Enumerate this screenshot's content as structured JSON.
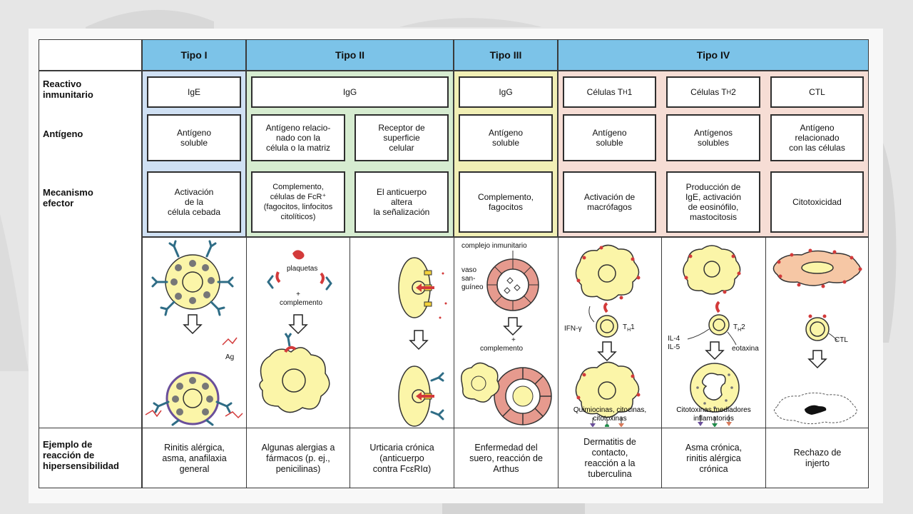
{
  "headers": [
    "Tipo I",
    "Tipo II",
    "Tipo III",
    "Tipo IV"
  ],
  "rows": {
    "reactivo": "Reactivo\ninmunitario",
    "antigeno": "Antígeno",
    "mecanismo": "Mecanismo\nefector",
    "ejemplo": "Ejemplo de\nreacción de\nhipersensibilidad"
  },
  "reactivo": {
    "tipo1": "IgE",
    "tipo2": "IgG",
    "tipo3": "IgG",
    "th1": "Células T",
    "th1_sub": "H",
    "th1_suffix": "1",
    "th2": "Células T",
    "th2_sub": "H",
    "th2_suffix": "2",
    "ctl": "CTL"
  },
  "antigeno": {
    "tipo1": "Antígeno\nsoluble",
    "tipo2a": "Antígeno relacio-\nnado con la\ncélula o la matriz",
    "tipo2b": "Receptor de\nsuperficie\ncelular",
    "tipo3": "Antígeno\nsoluble",
    "th1": "Antígeno\nsoluble",
    "th2": "Antígenos\nsolubles",
    "ctl": "Antígeno\nrelacionado\ncon las células"
  },
  "mecanismo": {
    "tipo1": "Activación\nde la\ncélula cebada",
    "tipo2a": "Complemento,\ncélulas de FcR⁺\n(fagocitos, linfocitos\ncitolíticos)",
    "tipo2b": "El anticuerpo\naltera\nla señalización",
    "tipo3": "Complemento,\nfagocitos",
    "th1": "Activación de\nmacrófagos",
    "th2": "Producción de\nIgE, activación\nde eosinófilo,\nmastocitosis",
    "ctl": "Citotoxicidad"
  },
  "illus": {
    "ag": "Ag",
    "plaquetas": "plaquetas",
    "plus": "+",
    "complemento": "complemento",
    "complejo": "complejo inmunitario",
    "vaso1": "vaso",
    "vaso2": "san-",
    "vaso3": "guíneo",
    "complemento2": "complemento",
    "ifn": "IFN-γ",
    "th1": "T",
    "th1_sub": "H",
    "th1_suffix": "1",
    "quimio1": "Quimiocinas, citocinas,",
    "quimio2": "citotoxinas",
    "il4": "IL-4",
    "il5": "IL-5",
    "th2": "T",
    "th2_sub": "H",
    "th2_suffix": "2",
    "eotaxina": "eotaxina",
    "citotox1": "Citotoxinas,mediadores",
    "citotox2": "inflamatorios",
    "ctl": "CTL"
  },
  "ejemplo": {
    "tipo1": "Rinitis alérgica,\nasma, anafilaxia\ngeneral",
    "tipo2a": "Algunas alergias a\nfármacos (p. ej.,\npenicilinas)",
    "tipo2b": "Urticaria crónica\n(anticuerpo\ncontra FcεRIα)",
    "tipo3": "Enfermedad del\nsuero, reacción de\nArthus",
    "th1": "Dermatitis de\ncontacto,\nreacción a la\ntuberculina",
    "th2": "Asma crónica,\nrinitis alérgica\ncrónica",
    "ctl": "Rechazo de\ninjerto"
  },
  "colors": {
    "header": "#7cc3e8",
    "tipo1": "#cfe0f3",
    "tipo2": "#d6ecd0",
    "tipo3": "#f1efb5",
    "tipo4": "#f6ddd5",
    "cell": "#fbf5a8",
    "dots": "#6b6b6b",
    "antibody": "#2f6d86",
    "red": "#d33a3a",
    "vessel": "#e69a8e"
  }
}
